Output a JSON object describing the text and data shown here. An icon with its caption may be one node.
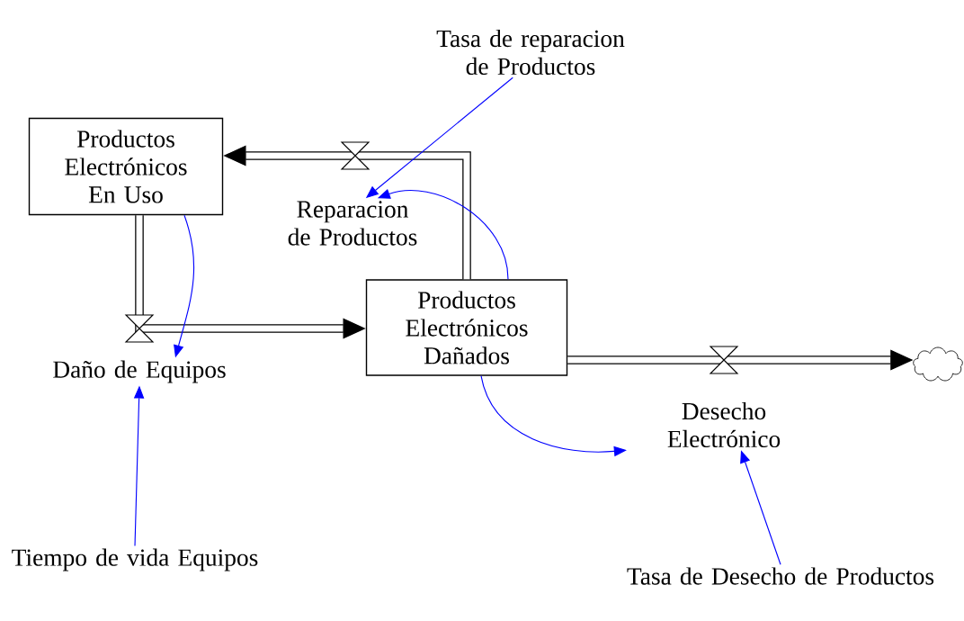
{
  "diagram": {
    "nodes": [
      {
        "text": [
          "Productos Electrónicos En Uso"
        ]
      },
      {
        "text": [
          "Productos Electrónicos Dañados"
        ]
      },
      {
        "text": [
          "Reparacion de Productos"
        ]
      },
      {
        "text": [
          "Daño de Equipos"
        ]
      },
      {
        "text": [
          "Desecho Electrónico"
        ]
      },
      {
        "text": [
          "Tasa de reparacion de Productos"
        ]
      },
      {
        "text": [
          "Tiempo de vida Equipos"
        ]
      },
      {
        "text": [
          "Tasa de Desecho de Productos"
        ]
      },
      {
        "text": [],
        "shape": "cloud"
      }
    ],
    "edges": [
      {
        "from": 1,
        "to": 0,
        "arrow": "to",
        "style": "thick",
        "color": "#000000"
      },
      {
        "from": 0,
        "to": 1,
        "arrow": "to",
        "style": "thick",
        "color": "#000000"
      },
      {
        "from": 1,
        "to": 8,
        "arrow": "to",
        "style": "thick",
        "color": "#000000"
      },
      {
        "from": 5,
        "to": 2,
        "arrow": "to"
      },
      {
        "from": 1,
        "to": 2,
        "arrow": "to"
      },
      {
        "from": 0,
        "to": 3,
        "arrow": "to"
      },
      {
        "from": 6,
        "to": 3,
        "arrow": "to"
      },
      {
        "from": 1,
        "to": 4,
        "arrow": "to"
      },
      {
        "from": 7,
        "to": 4,
        "arrow": "to"
      }
    ]
  }
}
